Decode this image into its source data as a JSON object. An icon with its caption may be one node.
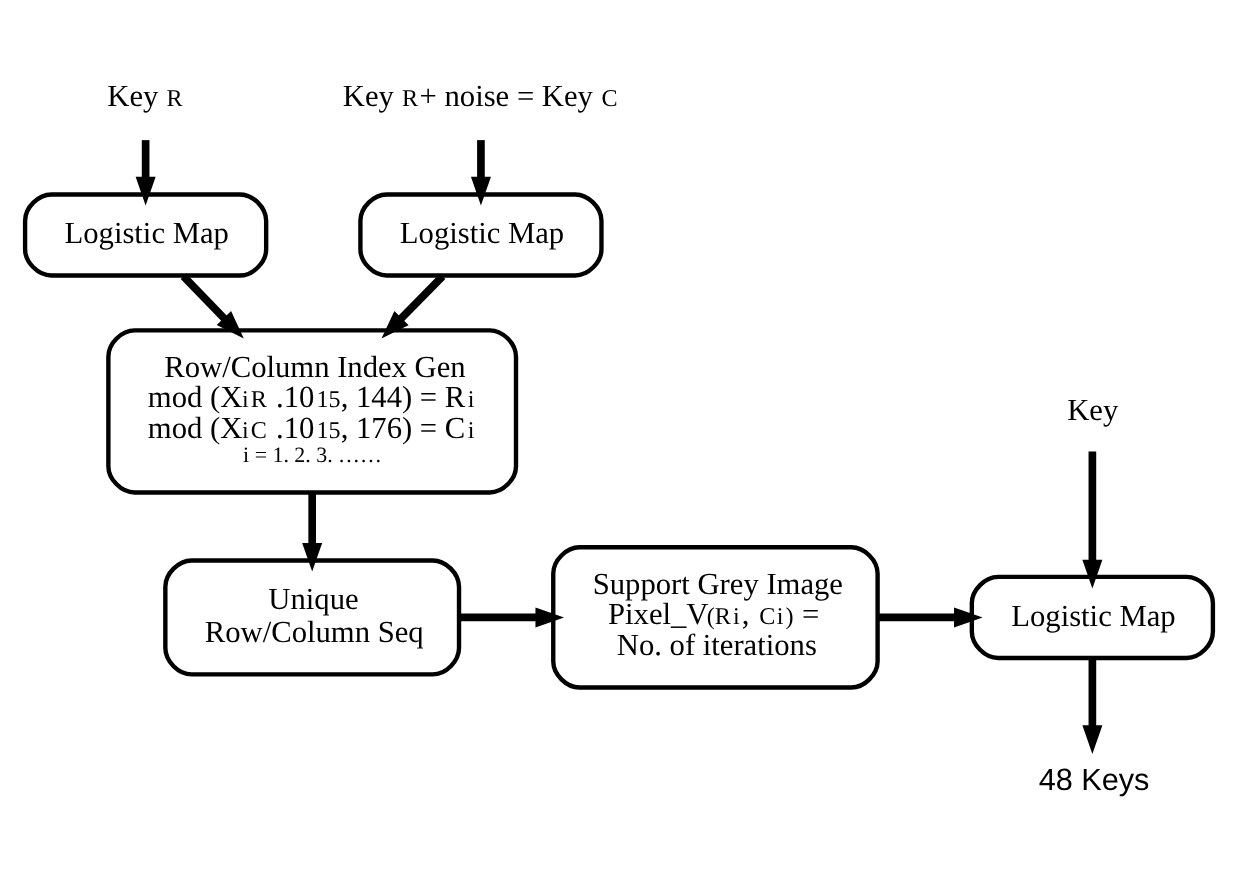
{
  "diagram": {
    "nodes": [
      {
        "text": [
          "Key $^{R}$"
        ]
      },
      {
        "text": [
          "Key $^{R}$+ noise = Key $^{C}$"
        ]
      },
      {
        "text": [
          "Logistic Map"
        ]
      },
      {
        "text": [
          "Logistic Map"
        ]
      },
      {
        "text": [
          "Row/Column Index Gen",
          "mod (X$_{i}$$^{R}$ .10$^{15}$, 144) = R$_{i}$",
          "mod (X$_{i}$$^{C}$ .10$^{15}$, 176) = C$_{i}$",
          "i = 1. 2. 3. ……"
        ]
      },
      {
        "text": [
          "Unique Row/Column Seq"
        ]
      },
      {
        "text": [
          "Support Grey Image Pixel_V$^{(R}$$_{i}$, $^{C}$$_{i}$$^{)}$ = No. of iterations"
        ]
      },
      {
        "text": [
          "Key"
        ]
      },
      {
        "text": [
          "Logistic Map"
        ]
      },
      {
        "text": [
          "48 Keys"
        ]
      }
    ],
    "edges": [
      {
        "from": 0,
        "to": 2,
        "arrow": "to"
      },
      {
        "from": 1,
        "to": 3,
        "arrow": "to"
      },
      {
        "from": 2,
        "to": 4,
        "arrow": "to"
      },
      {
        "from": 3,
        "to": 4,
        "arrow": "to"
      },
      {
        "from": 4,
        "to": 5,
        "arrow": "to"
      },
      {
        "from": 5,
        "to": 6,
        "arrow": "to"
      },
      {
        "from": 6,
        "to": 8,
        "arrow": "to"
      },
      {
        "from": 7,
        "to": 8,
        "arrow": "to"
      },
      {
        "from": 8,
        "to": 9,
        "arrow": "to"
      }
    ]
  }
}
